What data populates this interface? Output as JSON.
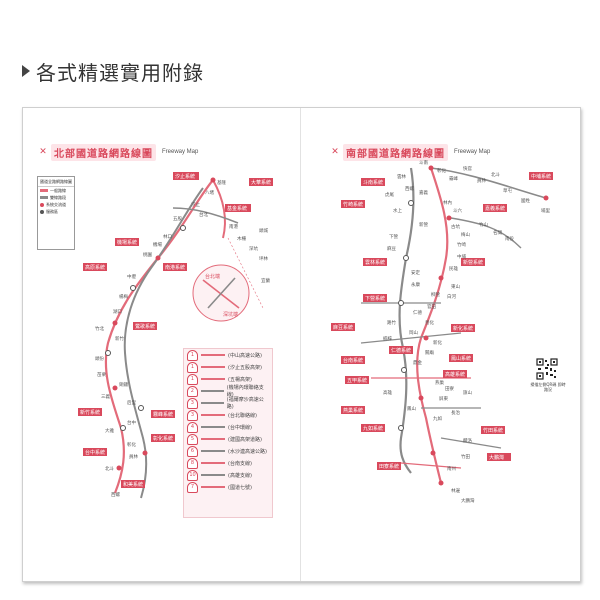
{
  "heading": {
    "text": "各式精選實用附錄"
  },
  "left_map": {
    "title": "北部國道路網路線圖",
    "title_en": "Freeway Map",
    "legend_title": "國道全路網路線圖",
    "legend_items": [
      "一般路線",
      "雙線路段",
      "系統交流道",
      "服務區"
    ],
    "route_legend": [
      "(中山高速公路)",
      "(汐止五股高架)",
      "(五楊高架)",
      "(機場內環聯絡支線)",
      "(福爾摩沙高速公路)",
      "(台北聯絡線)",
      "(台中環線)",
      "(建國高架道路)",
      "(水沙連高速公路)",
      "(台南支線)",
      "(高雄支線)",
      "(國道七號)"
    ],
    "labels": [
      "基隆",
      "八堵",
      "汐止",
      "五股",
      "林口",
      "桃園",
      "機場",
      "中壢",
      "楊梅",
      "湖口",
      "竹北",
      "新竹",
      "頭份",
      "苗栗",
      "銅鑼",
      "三義",
      "后里",
      "台中",
      "大雅",
      "彰化",
      "員林",
      "北斗",
      "西螺",
      "南港",
      "木柵",
      "深坑",
      "坪林",
      "宜蘭",
      "頭城",
      "台北"
    ],
    "system_tags": [
      "汐止系統",
      "基金系統",
      "大華系統",
      "機場系統",
      "高原系統",
      "南港系統",
      "鶯歌系統",
      "新竹系統",
      "霧峰系統",
      "彰化系統",
      "和美系統",
      "台中系統"
    ],
    "inset_labels": [
      "台北端",
      "深坑端"
    ]
  },
  "right_map": {
    "title": "南部國道路網路線圖",
    "title_en": "Freeway Map",
    "labels": [
      "斗南",
      "雲林",
      "嘉義",
      "水上",
      "新營",
      "下營",
      "麻豆",
      "安定",
      "永康",
      "仁德",
      "路竹",
      "岡山",
      "楠梓",
      "鼎金",
      "高雄",
      "鳳山",
      "屏東",
      "長治",
      "九如",
      "林邊",
      "大鵬灣",
      "南州",
      "竹田",
      "麟洛",
      "燕巢",
      "田寮",
      "旗山",
      "關廟",
      "新化",
      "善化",
      "官田",
      "柳營",
      "白河",
      "東山",
      "民雄",
      "中埔",
      "竹崎",
      "梅山",
      "古坑",
      "斗六",
      "林內",
      "竹山",
      "名間",
      "南投",
      "草屯",
      "國姓",
      "埔里",
      "霧峰",
      "快官",
      "彰化",
      "員林",
      "北斗",
      "西螺",
      "虎尾"
    ],
    "system_tags": [
      "斗南系統",
      "竹崎系統",
      "嘉義系統",
      "中埔系統",
      "雲林系統",
      "新營系統",
      "下營系統",
      "麻豆系統",
      "新化系統",
      "仁德系統",
      "台南系統",
      "高雄系統",
      "五甲系統",
      "鳳山系統",
      "竹田系統",
      "九如系統",
      "燕巢系統",
      "田寮系統",
      "大鵬灣"
    ],
    "qr_caption": "掃描左側QR碼 即時路況"
  },
  "colors": {
    "route_red": "#e36b7a",
    "route_gray": "#8a8a8a",
    "tag_bg": "#d9495c",
    "pink_bg": "#fdf1f3"
  }
}
